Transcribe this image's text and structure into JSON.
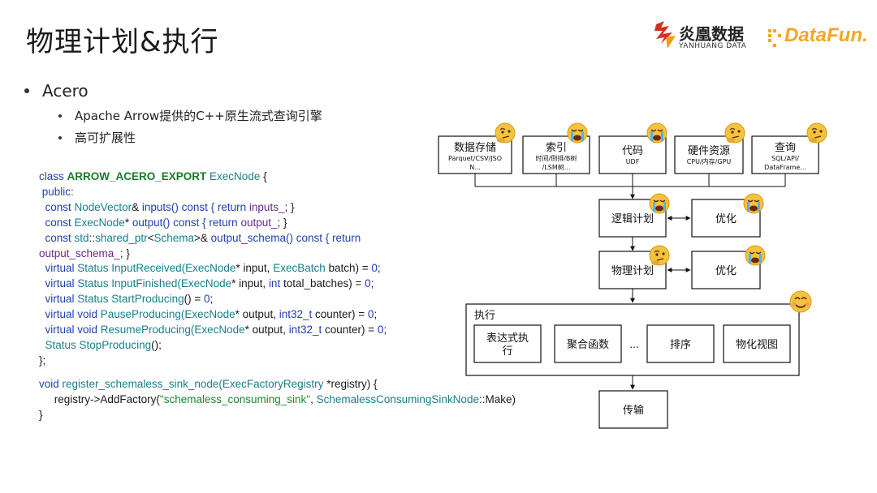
{
  "slide": {
    "title": "物理计划&执行"
  },
  "logos": {
    "yanhuang_cn": "炎凰数据",
    "yanhuang_en": "YANHUANG DATA",
    "datafun": "DataFun."
  },
  "bullets": {
    "main": "Acero",
    "sub": [
      "Apache Arrow提供的C++原生流式查询引擎",
      "高可扩展性"
    ]
  },
  "code": {
    "l1_a": "class ",
    "l1_b": "ARROW_ACERO_EXPORT",
    "l1_c": " ExecNode",
    "l1_d": " {",
    "l2": " public:",
    "l3_a": "  const ",
    "l3_b": "NodeVector",
    "l3_c": "& ",
    "l3_d": "inputs",
    "l3_e": "() const { return ",
    "l3_f": "inputs_",
    "l3_g": "; }",
    "l4_a": "  const ",
    "l4_b": "ExecNode",
    "l4_c": "* ",
    "l4_d": "output",
    "l4_e": "() const { return ",
    "l4_f": "output_",
    "l4_g": "; }",
    "l5_a": "  const ",
    "l5_b": "std",
    "l5_c": "::",
    "l5_d": "shared_ptr",
    "l5_e": "<",
    "l5_f": "Schema",
    "l5_g": ">& ",
    "l5_h": "output_schema",
    "l5_i": "() const { return",
    "l5b_a": "output_schema_",
    "l5b_b": "; }",
    "l6_a": "  virtual ",
    "l6_b": "Status",
    "l6_c": " InputReceived(",
    "l6_d": "ExecNode",
    "l6_e": "* input, ",
    "l6_f": "ExecBatch",
    "l6_g": " batch) = ",
    "l6_h": "0",
    "l6_i": ";",
    "l7_a": "  virtual ",
    "l7_b": "Status",
    "l7_c": " InputFinished(",
    "l7_d": "ExecNode",
    "l7_e": "* input, ",
    "l7_f": "int",
    "l7_g": " total_batches) = ",
    "l7_h": "0",
    "l7_i": ";",
    "l8_a": "  virtual ",
    "l8_b": "Status",
    "l8_c": " StartProducing",
    "l8_d": "() = ",
    "l8_e": "0",
    "l8_f": ";",
    "l9_a": "  virtual void ",
    "l9_b": "PauseProducing(",
    "l9_c": "ExecNode",
    "l9_d": "* output, ",
    "l9_e": "int32_t",
    "l9_f": " counter) = ",
    "l9_g": "0",
    "l9_h": ";",
    "l10_a": "  virtual void ",
    "l10_b": "ResumeProducing(",
    "l10_c": "ExecNode",
    "l10_d": "* output, ",
    "l10_e": "int32_t",
    "l10_f": " counter) = ",
    "l10_g": "0",
    "l10_h": ";",
    "l11_a": "  Status ",
    "l11_b": "StopProducing",
    "l11_c": "();",
    "l12": "};",
    "l13_a": "void ",
    "l13_b": "register_schemaless_sink_node(",
    "l13_c": "ExecFactoryRegistry",
    "l13_d": " *registry) {",
    "l14_a": "     registry->AddFactory(",
    "l14_b": "\"schemaless_consuming_sink\"",
    "l14_c": ", ",
    "l14_d": "SchemalessConsumingSinkNode",
    "l14_e": "::Make)",
    "l15": "}"
  },
  "diagram": {
    "sources": [
      {
        "title": "数据存储",
        "sub1": "Parquet/CSV/JSO",
        "sub2": "N...",
        "emoji": "thinking"
      },
      {
        "title": "索引",
        "sub1": "时间/倒排/B树",
        "sub2": "/LSM树...",
        "emoji": "crying"
      },
      {
        "title": "代码",
        "sub1": "UDF",
        "sub2": "",
        "emoji": "crying"
      },
      {
        "title": "硬件资源",
        "sub1": "CPU/内存/GPU",
        "sub2": "",
        "emoji": "thinking"
      },
      {
        "title": "查询",
        "sub1": "SQL/API/",
        "sub2": "DataFrame...",
        "emoji": "thinking"
      }
    ],
    "logical_plan": "逻辑计划",
    "optimize1": "优化",
    "physical_plan": "物理计划",
    "optimize2": "优化",
    "execution": "执行",
    "exec_items": [
      "表达式执",
      "行",
      "聚合函数",
      "...",
      "排序",
      "物化视图"
    ],
    "transfer": "传输"
  },
  "colors": {
    "title": "#1a1a1a",
    "keyword": "#1f3fb4",
    "type": "#17808a",
    "func": "#6a2a8c",
    "string": "#1a8a2a",
    "datafun_orange": "#f5a623",
    "yanhuang_red": "#d62d20"
  }
}
